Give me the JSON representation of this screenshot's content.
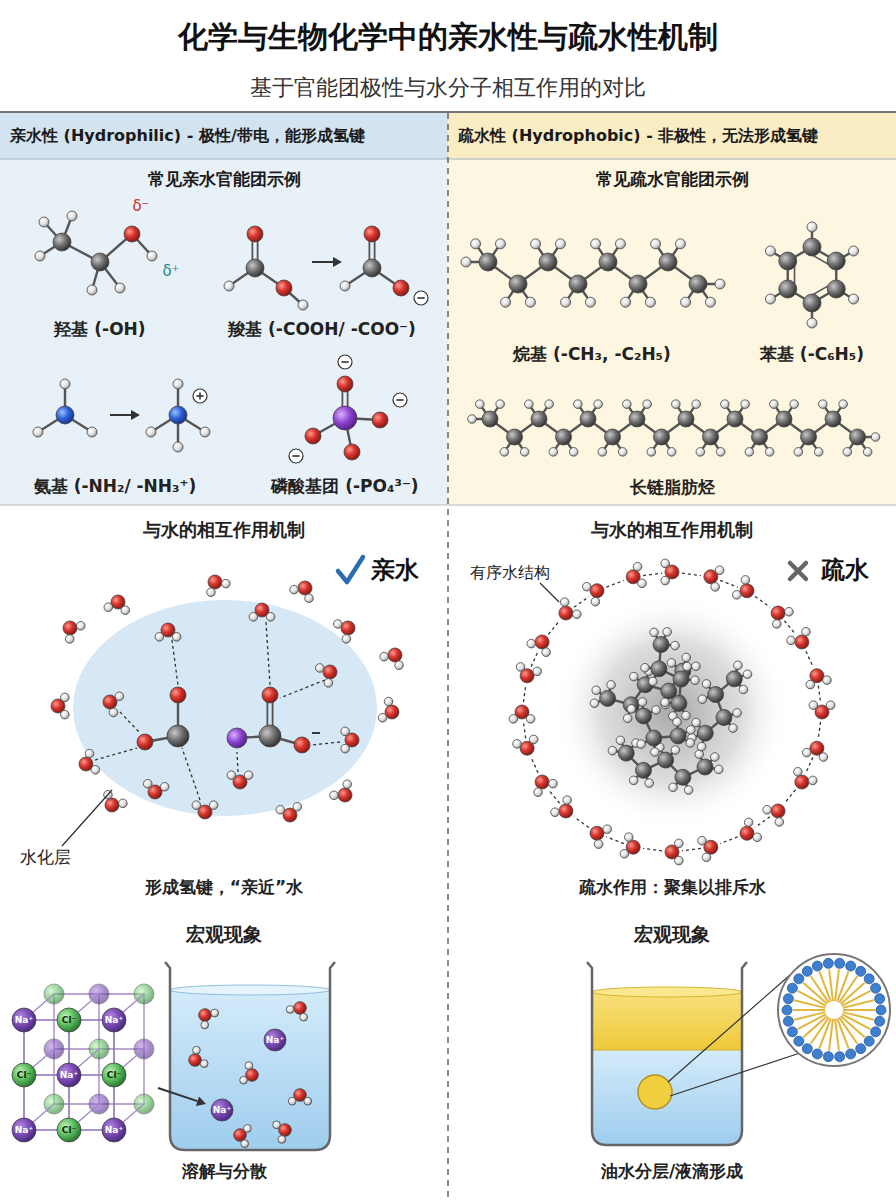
{
  "diagram": {
    "title": "化学与生物化学中的亲水性与疏水性机制",
    "nodes": [
      {
        "text": [
          "亲水性 (Hydrophilic) - 极性/带电，能形成氢键"
        ]
      },
      {
        "text": [
          "常见亲水官能团示例"
        ]
      },
      {
        "text": [
          "疏水性 (Hydrophobic) - 非极性，无法形成氢键"
        ]
      },
      {
        "text": [
          "常见疏水官能团示例"
        ]
      }
    ],
    "labels": [
      "基于官能团极性与水分子相互作用的对比",
      "羟基 (-OH)",
      "δ⁻",
      "δ⁺",
      "羧基 (-COOH/ -COO⁻)",
      "氨基 (-NH₂/ -NH₃⁺)",
      "磷酸基团 (-PO₄³⁻)",
      "烷基 (-CH₃, -C₂H₅)",
      "苯基 (-C₆H₅)",
      "长链脂肪烃",
      "与水的相互作用机制",
      "亲水",
      "水化层",
      "形成氢键，“亲近”水",
      "与水的相互作用机制",
      "疏水",
      "有序水结构",
      "疏水作用：聚集以排斥水",
      "宏观现象",
      "Na⁺",
      "Cl⁻",
      "Na⁺",
      "Cl⁻",
      "Na⁺",
      "Cl⁻",
      "Na⁺",
      "Cl⁻",
      "Na⁺",
      "Na⁺",
      "Na⁺",
      "溶解与分散",
      "宏观现象",
      "油水分层/液滴形成"
    ]
  }
}
